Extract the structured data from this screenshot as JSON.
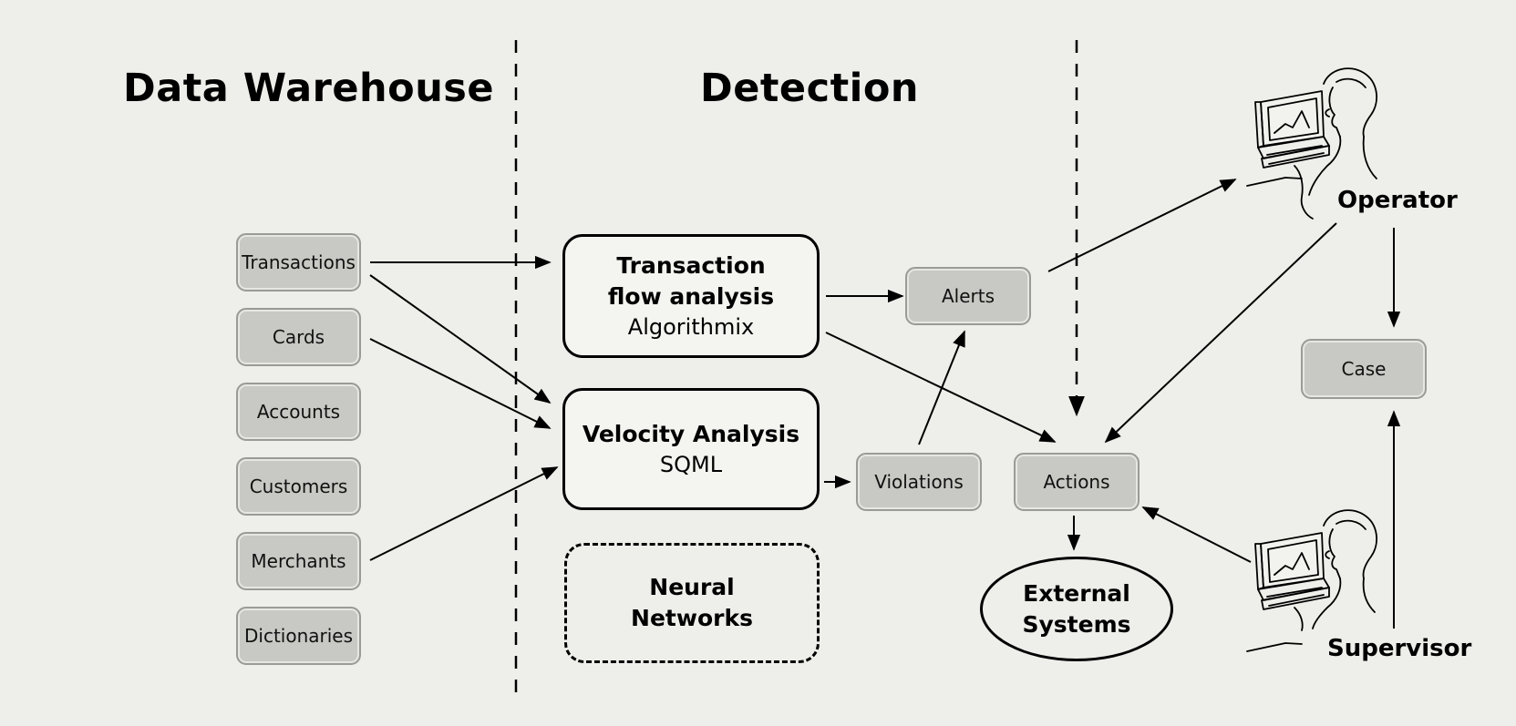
{
  "headings": {
    "data_warehouse": "Data Warehouse",
    "detection": "Detection"
  },
  "warehouse_items": [
    "Transactions",
    "Cards",
    "Accounts",
    "Customers",
    "Merchants",
    "Dictionaries"
  ],
  "detection": {
    "transaction_flow": {
      "title_line1": "Transaction",
      "title_line2": "flow analysis",
      "subtitle": "Algorithmix"
    },
    "velocity": {
      "title": "Velocity Analysis",
      "subtitle": "SQML"
    },
    "neural": {
      "line1": "Neural",
      "line2": "Networks"
    }
  },
  "outputs": {
    "alerts": "Alerts",
    "violations": "Violations",
    "actions": "Actions",
    "case": "Case",
    "external_line1": "External",
    "external_line2": "Systems"
  },
  "roles": {
    "operator": "Operator",
    "supervisor": "Supervisor"
  },
  "icons": {
    "operator": "operator-at-computer-icon",
    "supervisor": "supervisor-at-computer-icon"
  },
  "colors": {
    "background": "#eeeeea",
    "pill_fill": "#c8c8c4",
    "line": "#000000"
  }
}
